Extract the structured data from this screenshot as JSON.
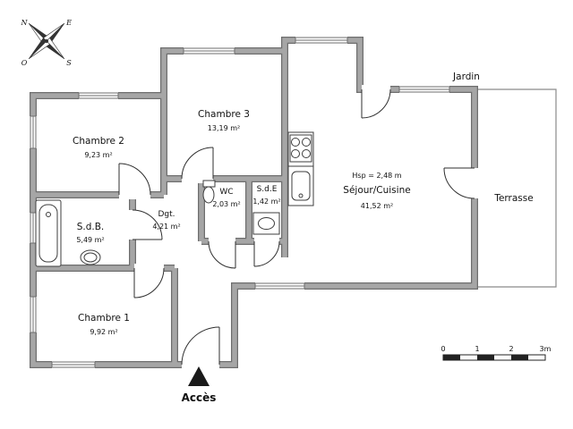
{
  "plan": {
    "rooms": {
      "chambre2": {
        "name": "Chambre 2",
        "area": "9,23 m²"
      },
      "chambre3": {
        "name": "Chambre 3",
        "area": "13,19 m²"
      },
      "chambre1": {
        "name": "Chambre 1",
        "area": "9,92 m²"
      },
      "sdb": {
        "name": "S.d.B.",
        "area": "5,49 m²"
      },
      "dgt": {
        "name": "Dgt.",
        "area": "4,21 m²"
      },
      "wc": {
        "name": "WC",
        "area": "2,03 m²"
      },
      "sde": {
        "name": "S.d.E",
        "area": "1,42 m²"
      },
      "sejour": {
        "name": "Séjour/Cuisine",
        "area": "41,52 m²",
        "ceiling_note": "Hsp = 2,48 m"
      }
    },
    "outdoor": {
      "jardin": "Jardin",
      "terrasse": "Terrasse"
    },
    "entrance_label": "Accès",
    "compass": {
      "north": "N",
      "east": "E",
      "south": "S",
      "west": "O"
    },
    "scale_bar": {
      "labels": [
        "0",
        "1",
        "2",
        "3m"
      ]
    },
    "colors": {
      "wall_fill": "#a6a6a6",
      "wall_edge": "#6e6e6e",
      "line": "#2f2f2f",
      "text": "#111111"
    }
  }
}
